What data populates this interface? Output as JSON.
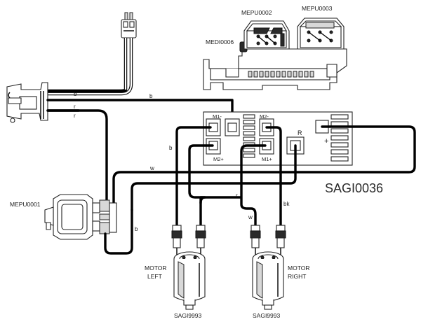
{
  "title": "SAGI0036",
  "parts": {
    "switch_block": "MEDI0006",
    "switch_left": "MEPU0002",
    "switch_right": "MEPU0003",
    "pedal_switch": "MEPU0001",
    "motor_left_label_1": "MOTOR",
    "motor_left_label_2": "LEFT",
    "motor_right_label_1": "MOTOR",
    "motor_right_label_2": "RIGHT",
    "motor_left_part": "SAGI9993",
    "motor_right_part": "SAGI9993"
  },
  "terminals": {
    "m1_minus": "M1-",
    "m2_minus": "M2-",
    "m2_plus": "M2+",
    "m1_plus": "M1+",
    "r": "R",
    "plus": "+"
  },
  "wire_labels": {
    "b_top_1": "b",
    "b_top_2": "b",
    "r_top_1": "r",
    "r_top_2": "r",
    "b_left_motor": "b",
    "w_middle": "w",
    "r_middle": "r",
    "bk_right": "bk",
    "w_motor_right": "w",
    "b_bottom": "b"
  }
}
